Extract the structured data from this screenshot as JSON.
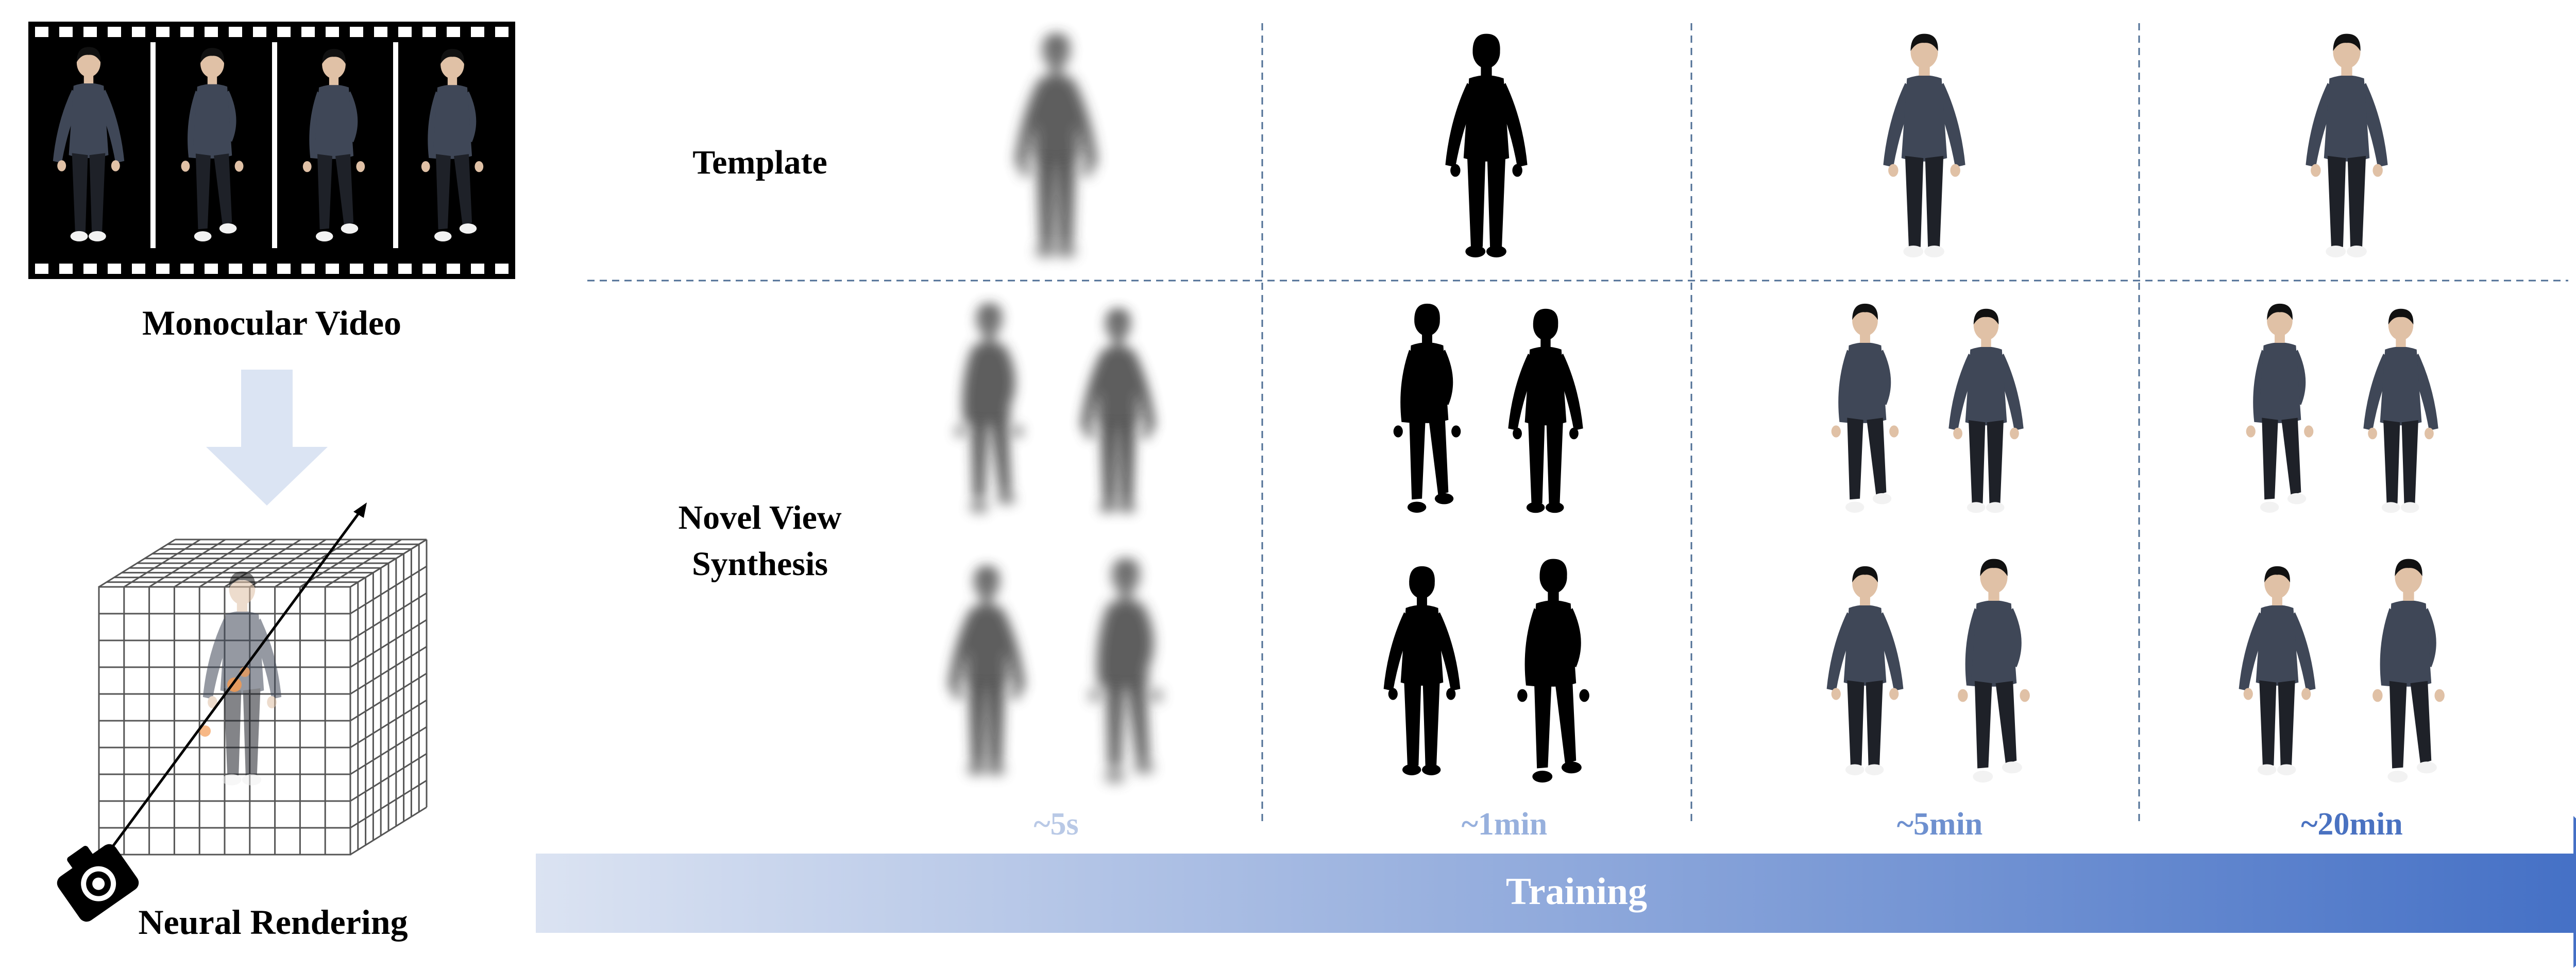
{
  "left_panel": {
    "video_caption": "Monocular Video",
    "render_caption": "Neural Rendering"
  },
  "rows": {
    "template_label": "Template",
    "nvs_label_line1": "Novel View",
    "nvs_label_line2": "Synthesis"
  },
  "timeline": {
    "stages": [
      {
        "label": "~5s",
        "color": "#b9c9e6",
        "style": "blurry"
      },
      {
        "label": "~1min",
        "color": "#97b0dd",
        "style": "silhouette"
      },
      {
        "label": "~5min",
        "color": "#6e90cf",
        "style": "textured"
      },
      {
        "label": "~20min",
        "color": "#4a72c1",
        "style": "textured"
      }
    ],
    "arrow_label": "Training",
    "arrow_gradient": [
      "#dbe3f2",
      "#3f6cc4"
    ]
  },
  "colors": {
    "divider": "#4f6f95",
    "down_arrow": "#dbe4f3",
    "jacket": "#3f4757",
    "pants": "#1e2128",
    "skin": "#e0c1a6",
    "hair": "#111111",
    "shoes": "#f2f2f2"
  }
}
